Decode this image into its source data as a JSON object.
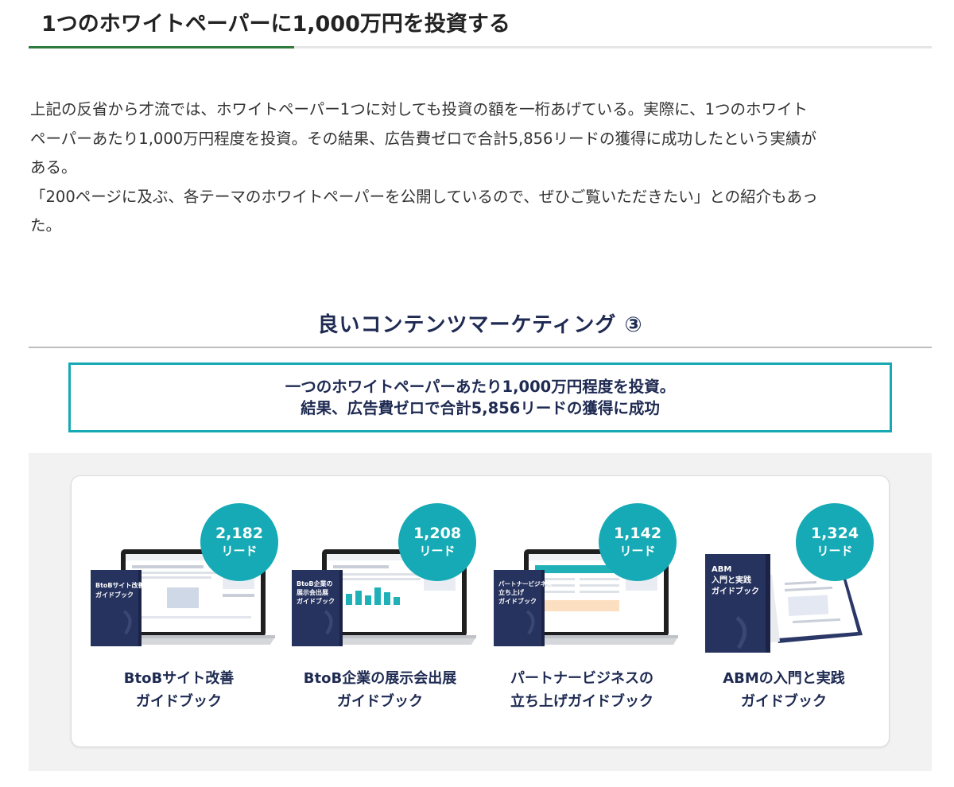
{
  "heading": "1つのホワイトペーパーに1,000万円を投資する",
  "paragraph": {
    "line1": "上記の反省から才流では、ホワイトペーパー1つに対しても投資の額を一桁あげている。実際に、1つのホワイト",
    "line2": "ペーパーあたり1,000万円程度を投資。その結果、広告費ゼロで合計5,856リードの獲得に成功したという実績が",
    "line3": "ある。",
    "line4": "「200ページに及ぶ、各テーマのホワイトペーパーを公開しているので、ぜひご覧いただきたい」との紹介もあっ",
    "line5": "た。"
  },
  "infographic": {
    "title": "良いコンテンツマーケティング ③",
    "callout_line1": "一つのホワイトペーパーあたり1,000万円程度を投資。",
    "callout_line2": "結果、広告費ゼロで合計5,856リードの獲得に成功",
    "items": [
      {
        "leads": "2,182",
        "unit": "リード",
        "title_line1": "BtoBサイト改善",
        "title_line2": "ガイドブック",
        "book_line1": "BtoBサイト改善",
        "book_line2": "ガイドブック"
      },
      {
        "leads": "1,208",
        "unit": "リード",
        "title_line1": "BtoB企業の展示会出展",
        "title_line2": "ガイドブック",
        "book_line1": "BtoB企業の",
        "book_line2": "展示会出展",
        "book_line3": "ガイドブック"
      },
      {
        "leads": "1,142",
        "unit": "リード",
        "title_line1": "パートナービジネスの",
        "title_line2": "立ち上げガイドブック",
        "book_line1": "パートナービジネス",
        "book_line2": "立ち上げ",
        "book_line3": "ガイドブック"
      },
      {
        "leads": "1,324",
        "unit": "リード",
        "title_line1": "ABMの入門と実践",
        "title_line2": "ガイドブック",
        "book_line1": "ABM",
        "book_line2": "入門と実践",
        "book_line3": "ガイドブック"
      }
    ]
  },
  "colors": {
    "accent_green": "#2f7a3c",
    "teal": "#15aab5",
    "navy": "#1e2a52",
    "book_navy": "#27335f"
  }
}
